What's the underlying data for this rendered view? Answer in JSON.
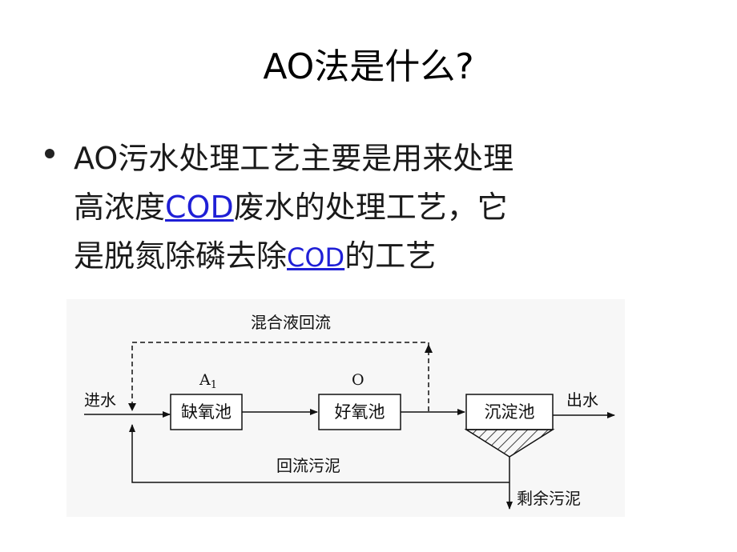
{
  "slide": {
    "title": "AO法是什么?",
    "bullet": {
      "line1": "AO污水处理工艺主要是用来处理",
      "line2_before": "高浓度",
      "line2_link": "COD",
      "line2_after": "废水的处理工艺，它",
      "line3_before": "是脱氮除磷去除",
      "line3_link": "COD",
      "line3_after": "的工艺"
    }
  },
  "diagram": {
    "labels": {
      "mixed_liquor_return": "混合液回流",
      "inflow": "进水",
      "anoxic_tank": "缺氧池",
      "aerobic_tank": "好氧池",
      "sedimentation_tank": "沉淀池",
      "outflow": "出水",
      "return_sludge": "回流污泥",
      "excess_sludge": "剩余污泥",
      "a1_letter": "A",
      "a1_sub": "1",
      "o_letter": "O"
    }
  },
  "colors": {
    "link": "#1f1fd6",
    "diagram_bg": "#f7f7f7"
  }
}
